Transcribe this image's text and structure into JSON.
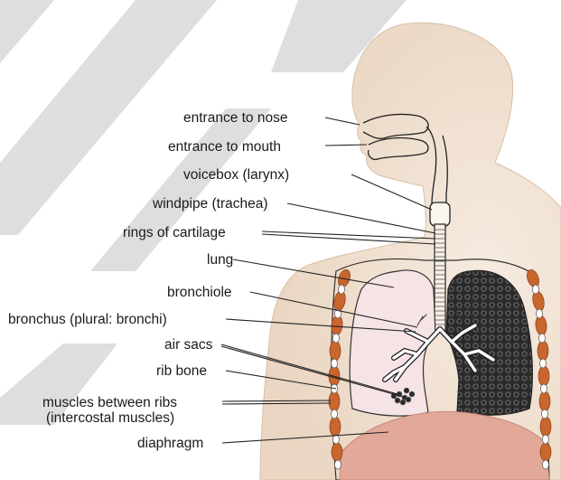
{
  "labels": {
    "nose": "entrance to nose",
    "mouth": "entrance to mouth",
    "larynx": "voicebox (larynx)",
    "trachea": "windpipe (trachea)",
    "cartilage": "rings of cartilage",
    "lung": "lung",
    "bronchiole": "bronchiole",
    "bronchus": "bronchus (plural: bronchi)",
    "airsacs": "air sacs",
    "rib": "rib bone",
    "muscles1": "muscles between ribs",
    "muscles2": "(intercostal muscles)",
    "diaphragm": "diaphragm"
  },
  "colors": {
    "skin": "#f1e2d3",
    "skin_edge": "#e6d0bb",
    "lung_fill": "#f6e3e6",
    "diaphragm": "#e2a99a",
    "muscle": "#c8662e",
    "watermark": "#c8c8c8"
  }
}
